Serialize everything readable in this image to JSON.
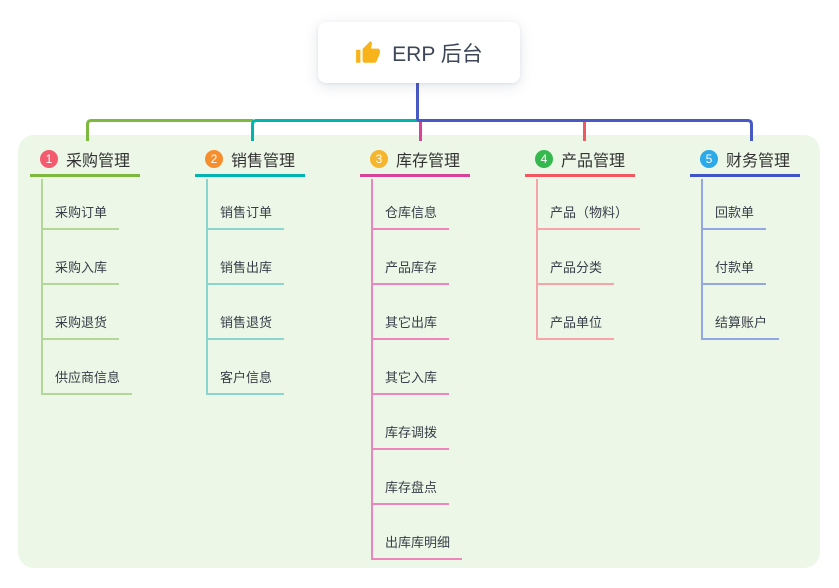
{
  "root": {
    "label": "ERP 后台",
    "icon": "thumbs-up-icon"
  },
  "branches": [
    {
      "index": "1",
      "label": "采购管理",
      "badge_color": "#f45b6e",
      "line_color": "#7cb93e",
      "child_line_color": "#b3d797",
      "children": [
        "采购订单",
        "采购入库",
        "采购退货",
        "供应商信息"
      ]
    },
    {
      "index": "2",
      "label": "销售管理",
      "badge_color": "#f78e2d",
      "line_color": "#00b5b0",
      "child_line_color": "#8ad5d0",
      "children": [
        "销售订单",
        "销售出库",
        "销售退货",
        "客户信息"
      ]
    },
    {
      "index": "3",
      "label": "库存管理",
      "badge_color": "#f5b52e",
      "line_color": "#d8439a",
      "child_line_color": "#ee85bd",
      "children": [
        "仓库信息",
        "产品库存",
        "其它出库",
        "其它入库",
        "库存调拨",
        "库存盘点",
        "出库库明细"
      ]
    },
    {
      "index": "4",
      "label": "产品管理",
      "badge_color": "#35b94e",
      "line_color": "#f25862",
      "child_line_color": "#f9a3a8",
      "children": [
        "产品（物料）",
        "产品分类",
        "产品单位"
      ]
    },
    {
      "index": "5",
      "label": "财务管理",
      "badge_color": "#2ba9e8",
      "line_color": "#3f55c5",
      "child_line_color": "#92a7e3",
      "children": [
        "回款单",
        "付款单",
        "结算账户"
      ]
    }
  ],
  "colors": {
    "page_background": "#ffffff",
    "panel_background": "#edf7e7",
    "root_text": "#3d4757",
    "branch_text": "#333333",
    "child_text": "#383e48",
    "root_connector_blue": "#4759c4",
    "thumb_icon_yellow": "#f7b319"
  }
}
